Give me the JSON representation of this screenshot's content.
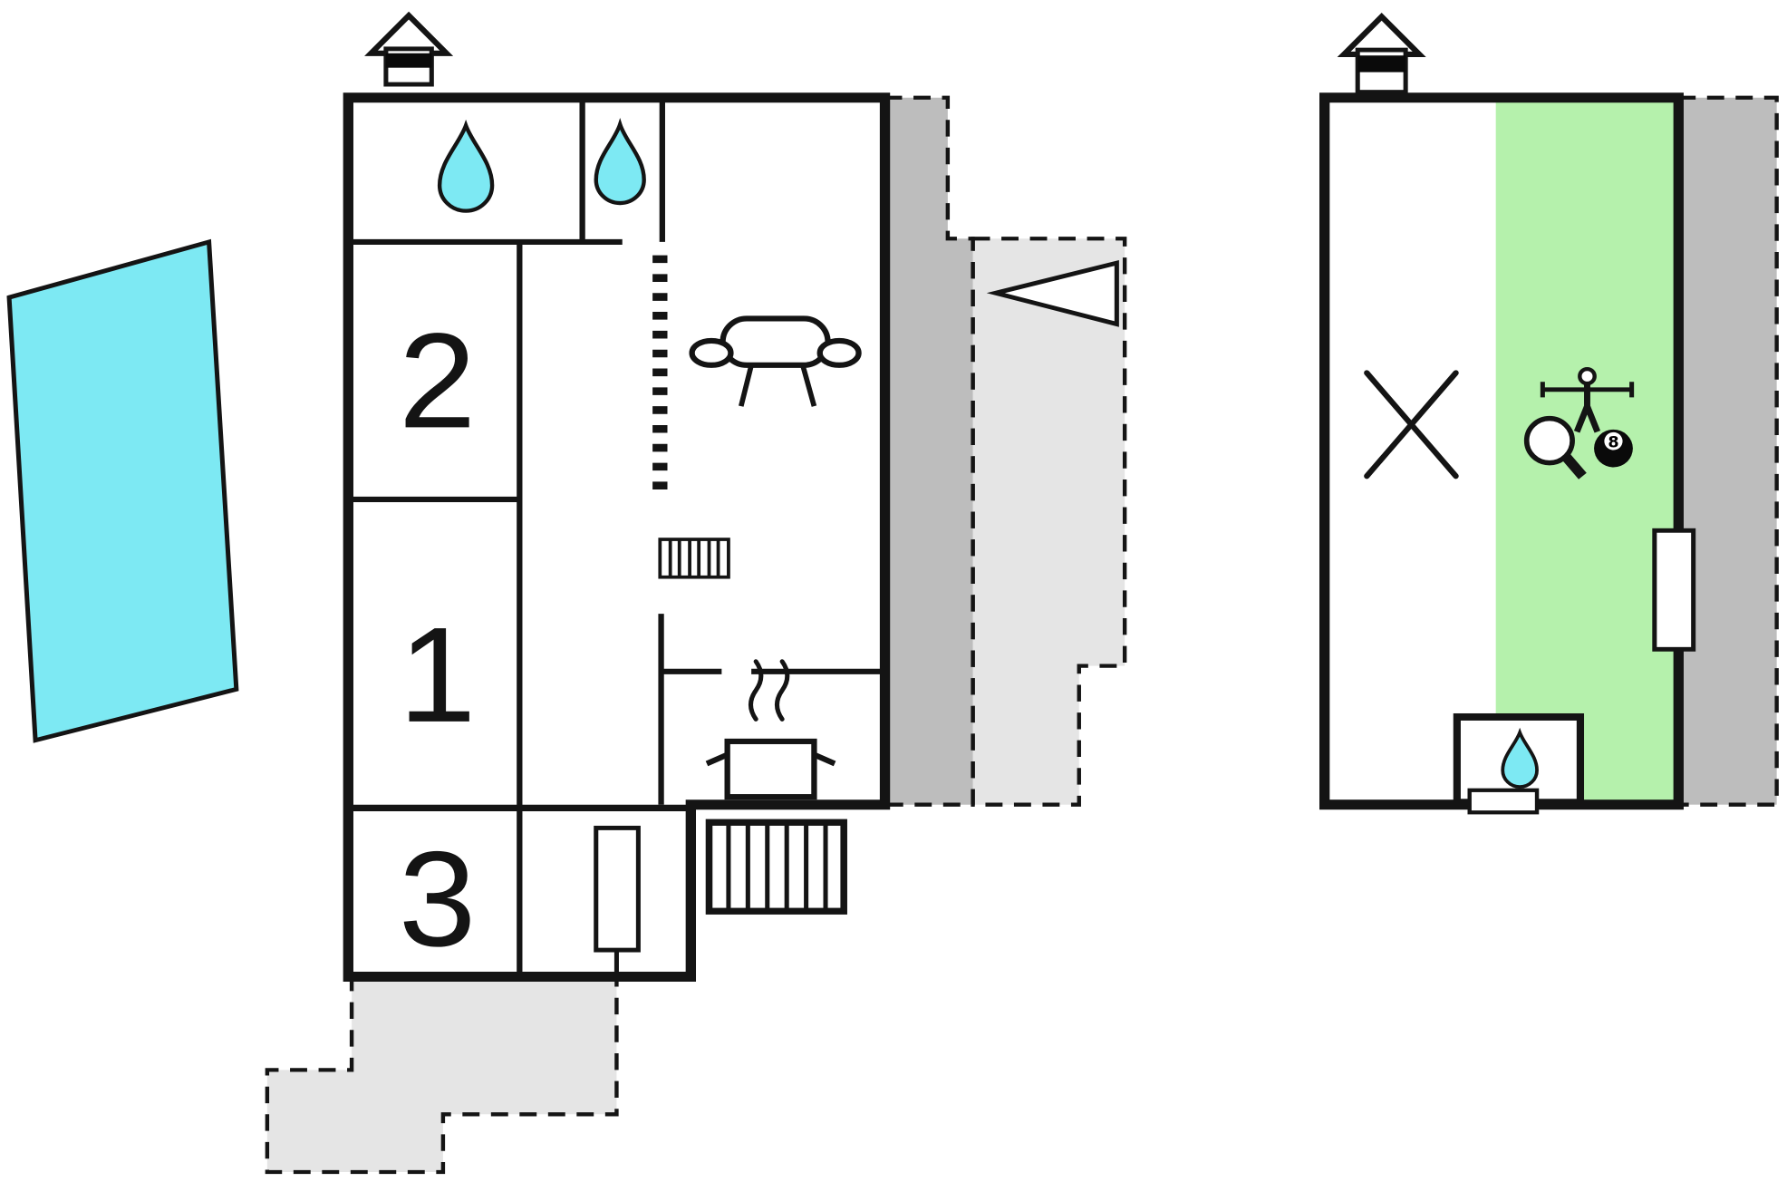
{
  "colors": {
    "pool": "#7de9f3",
    "water": "#7de9f3",
    "game-area": "#b5f1ac",
    "terrace-covered": "#bdbdbd",
    "terrace-open": "#e5e5e5",
    "wall": "#141414"
  },
  "rooms": {
    "bedroom_top": "2",
    "bedroom_middle": "1",
    "bedroom_bottom": "3"
  },
  "game_room": {
    "eight_ball": "8"
  }
}
